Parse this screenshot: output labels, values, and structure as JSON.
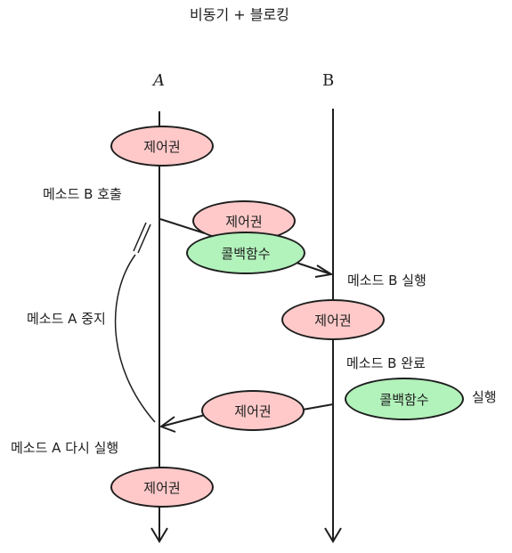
{
  "title": "비동기 + 블로킹",
  "lanes": {
    "a": "A",
    "b": "B"
  },
  "pill_labels": {
    "control": "제어권",
    "callback": "콜백함수"
  },
  "labels": {
    "call_b": "메소드 B 호출",
    "run_b": "메소드 B 실행",
    "stop_a": "메소드 A 중지",
    "done_b": "메소드 B 완료",
    "callback_run": "실행",
    "resume_a": "메소드 A 다시 실행"
  },
  "colors": {
    "control_fill": "#ffc9c9",
    "callback_fill": "#b2f2bb",
    "stroke": "#1e1e1e"
  }
}
